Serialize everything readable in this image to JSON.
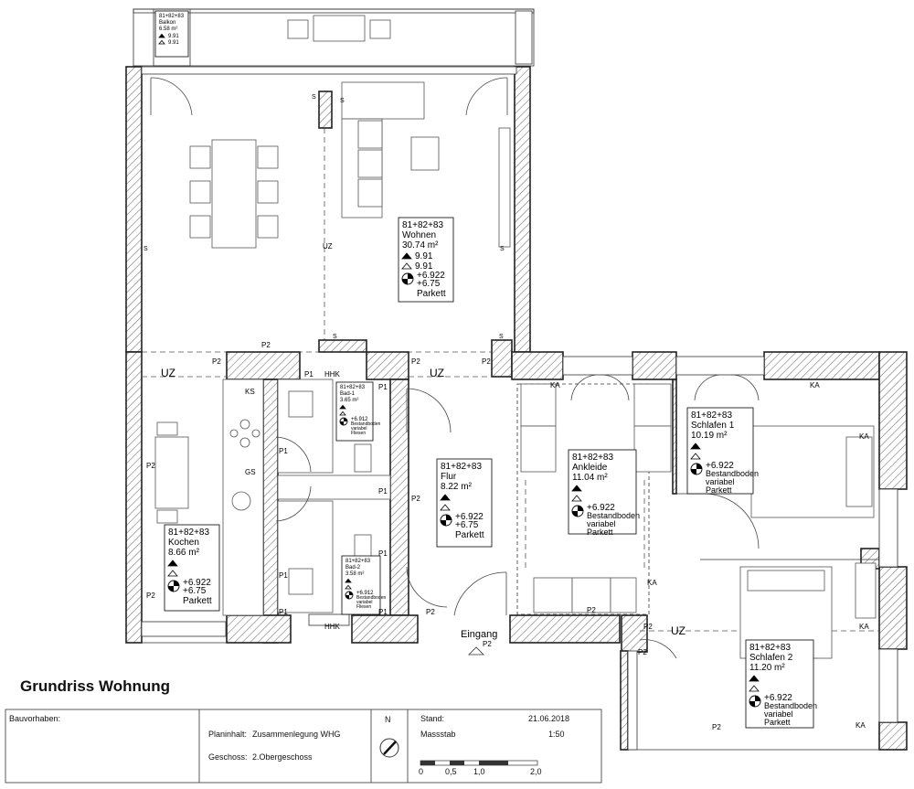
{
  "drawing_title": "Grundriss Wohnung",
  "rooms": [
    {
      "id": "balkon",
      "code": "81+82+83",
      "name": "Balkon",
      "area": "6.58 m²",
      "h1": "9.91",
      "h2": "9.91"
    },
    {
      "id": "wohnen",
      "code": "81+82+83",
      "name": "Wohnen",
      "area": "30.74 m²",
      "h1": "9.91",
      "h2": "9.91",
      "lvl1": "+6.922",
      "lvl2": "+6.75",
      "floor": "Parkett"
    },
    {
      "id": "kochen",
      "code": "81+82+83",
      "name": "Kochen",
      "area": "8.66 m²",
      "lvl1": "+6.922",
      "lvl2": "+6.75",
      "floor": "Parkett"
    },
    {
      "id": "bad1",
      "code": "81+82+83",
      "name": "Bad-1",
      "area": "3.65 m²",
      "lvl1": "+6.912",
      "floor1": "Bestandboden",
      "floor2": "variabel",
      "floor3": "Fliesen"
    },
    {
      "id": "bad2",
      "code": "81+82+83",
      "name": "Bad-2",
      "area": "3.58 m²",
      "lvl1": "+6.912",
      "floor1": "Bestandboden",
      "floor2": "variabel",
      "floor3": "Fliesen"
    },
    {
      "id": "flur",
      "code": "81+82+83",
      "name": "Flur",
      "area": "8.22 m²",
      "lvl1": "+6.922",
      "lvl2": "+6.75",
      "floor": "Parkett"
    },
    {
      "id": "ankleide",
      "code": "81+82+83",
      "name": "Ankleide",
      "area": "11.04 m²",
      "lvl1": "+6.922",
      "floor1": "Bestandboden",
      "floor2": "variabel",
      "floor3": "Parkett"
    },
    {
      "id": "schlafen1",
      "code": "81+82+83",
      "name": "Schlafen 1",
      "area": "10.19 m²",
      "lvl1": "+6.922",
      "floor1": "Bestandboden",
      "floor2": "variabel",
      "floor3": "Parkett"
    },
    {
      "id": "schlafen2",
      "code": "81+82+83",
      "name": "Schlafen 2",
      "area": "11.20 m²",
      "lvl1": "+6.922",
      "floor1": "Bestandboden",
      "floor2": "variabel",
      "floor3": "Parkett"
    }
  ],
  "markers": {
    "s": "S",
    "uz": "UZ",
    "p1": "P1",
    "p2": "P2",
    "ka": "KA",
    "hhk": "HHK",
    "ks": "KS",
    "gs": "GS",
    "eingang": "Eingang"
  },
  "title_block": {
    "bauvorhaben_label": "Bauvorhaben:",
    "planinhalt_label": "Planinhalt:",
    "planinhalt_value": "Zusammenlegung WHG",
    "geschoss_label": "Geschoss:",
    "geschoss_value": "2.Obergeschoss",
    "north": "N",
    "stand_label": "Stand:",
    "stand_value": "21.06.2018",
    "massstab_label": "Massstab",
    "massstab_value": "1:50",
    "scale_ticks": [
      "0",
      "0,5",
      "1,0",
      "2,0"
    ]
  }
}
